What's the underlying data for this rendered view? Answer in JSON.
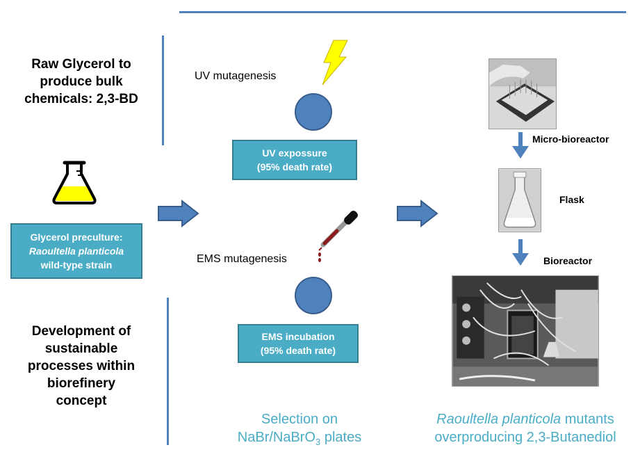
{
  "left_panel": {
    "top_title": [
      "Raw Glycerol to",
      "produce bulk",
      "chemicals: 2,3-BD"
    ],
    "bottom_title": [
      "Development  of",
      "sustainable",
      "processes within",
      "biorefinery",
      "concept"
    ],
    "preculture_box": [
      "Glycerol  preculture:",
      "Raoultella planticola",
      "wild-type strain"
    ]
  },
  "middle_panel": {
    "uv_label": "UV mutagenesis",
    "uv_box": [
      "UV expossure",
      "(95%  death rate)"
    ],
    "ems_label": "EMS mutagenesis",
    "ems_box": [
      "EMS incubation",
      "(95%  death rate)"
    ],
    "selection_caption": {
      "line1": "Selection on",
      "line2_a": "NaBr/NaBrO",
      "line2_sub": "3",
      "line2_b": " plates"
    }
  },
  "right_panel": {
    "micro_label": "Micro-bioreactor",
    "flask_label": "Flask",
    "bioreactor_label": "Bioreactor",
    "result_caption": {
      "italic": "Raoultella planticola",
      "line1_rest": " mutants",
      "line2": "overproducing 2,3-Butanediol"
    }
  },
  "colors": {
    "accent_blue": "#4f81bd",
    "box_teal": "#4bacc6",
    "caption_teal": "#4bacc6",
    "flask_liquid": "#ffff00",
    "lightning": "#ffff00"
  },
  "icons": [
    "flask-icon",
    "lightning-icon",
    "dropper-icon",
    "arrow-right-icon",
    "arrow-down-icon"
  ]
}
